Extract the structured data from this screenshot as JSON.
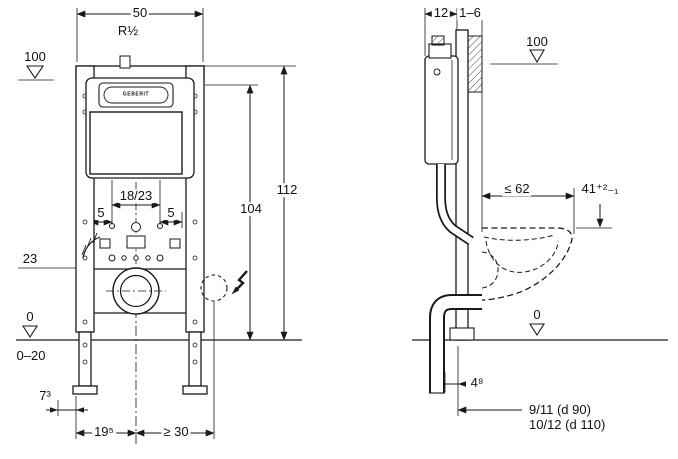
{
  "colors": {
    "line": "#1a1a1a",
    "bg": "#ffffff"
  },
  "front_view": {
    "brand": "GEBERIT",
    "dims": {
      "width": "50",
      "supply_thread": "R½",
      "level_100": "100",
      "height_total": "112",
      "height_104": "104",
      "plate_opening": "18/23",
      "offset_left": "5",
      "offset_right": "5",
      "supply_height": "23",
      "floor_level": "0",
      "foot_adjustment": "0–20",
      "dim_7_3": "7³",
      "dim_19_5": "19⁵",
      "dim_min_30": "≥ 30"
    }
  },
  "side_view": {
    "dims": {
      "frame_depth": "12",
      "cladding_thickness": "1–6",
      "level_100": "100",
      "pan_depth_max": "≤ 62",
      "rim_height": "41⁺²₋₁",
      "floor_level": "0",
      "dim_4_8": "4⁸",
      "drain_d90": "9/11 (d 90)",
      "drain_d110": "10/12 (d 110)"
    }
  }
}
